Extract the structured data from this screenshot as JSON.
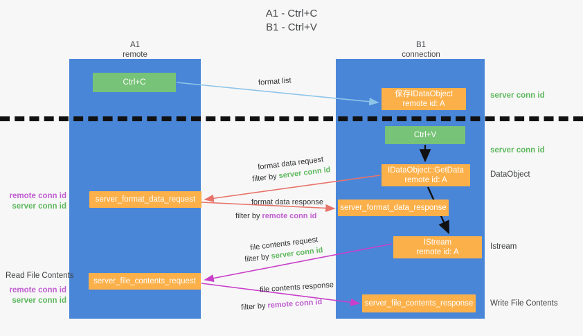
{
  "title": {
    "line1": "A1 - Ctrl+C",
    "line2": "B1 - Ctrl+V"
  },
  "columns": [
    {
      "id": "a1",
      "name": "A1",
      "role": "remote"
    },
    {
      "id": "b1",
      "name": "B1",
      "role": "connection"
    }
  ],
  "nodes": [
    {
      "id": "ctrlc",
      "label": "Ctrl+C",
      "sublabel": "",
      "color": "green"
    },
    {
      "id": "save",
      "label": "保存IDataObject",
      "sublabel": "remote id: A",
      "color": "orange"
    },
    {
      "id": "ctrlv",
      "label": "Ctrl+V",
      "sublabel": "",
      "color": "green"
    },
    {
      "id": "getdata",
      "label": "IDataObject::GetData",
      "sublabel": "remote id: A",
      "color": "orange"
    },
    {
      "id": "istream",
      "label": "IStream",
      "sublabel": "remote id: A",
      "color": "orange"
    },
    {
      "id": "sfdreq",
      "label": "server_format_data_request",
      "sublabel": "",
      "color": "orange"
    },
    {
      "id": "sfdres",
      "label": "server_format_data_response",
      "sublabel": "",
      "color": "orange"
    },
    {
      "id": "sfcreq",
      "label": "server_file_contents_request",
      "sublabel": "",
      "color": "orange"
    },
    {
      "id": "sfcres",
      "label": "server_file_contents_response",
      "sublabel": "",
      "color": "orange"
    }
  ],
  "edge_labels": {
    "format_list": "format list",
    "format_data_request": "format data request",
    "format_data_response": "format data response",
    "file_contents_request": "file contents request",
    "file_contents_response": "file contents response",
    "filter_by": "filter by ",
    "server_conn_id": "server conn id",
    "remote_conn_id": "remote conn id"
  },
  "annotations": {
    "right": [
      {
        "id": "r1",
        "text": "server conn id",
        "kind": "server"
      },
      {
        "id": "r2",
        "text": "server conn id",
        "kind": "server"
      },
      {
        "id": "r3",
        "text": "DataObject",
        "kind": "dark"
      },
      {
        "id": "r4",
        "text": "Istream",
        "kind": "dark"
      },
      {
        "id": "r5",
        "text": "Write File Contents",
        "kind": "dark"
      }
    ],
    "left": {
      "remote_conn_id": "remote conn id",
      "server_conn_id": "server conn id",
      "read_file_contents": "Read File Contents"
    }
  },
  "colors": {
    "lane": "#4a86d8",
    "green_node": "#77c377",
    "orange_node": "#fbb04a",
    "server_conn_id": "#5eb85e",
    "remote_conn_id": "#c05ed0",
    "arrow_blue": "#8ec5e8",
    "arrow_red": "#e8736a",
    "arrow_magenta": "#c93fc9",
    "arrow_black": "#111111",
    "background": "#f7f7f7"
  }
}
